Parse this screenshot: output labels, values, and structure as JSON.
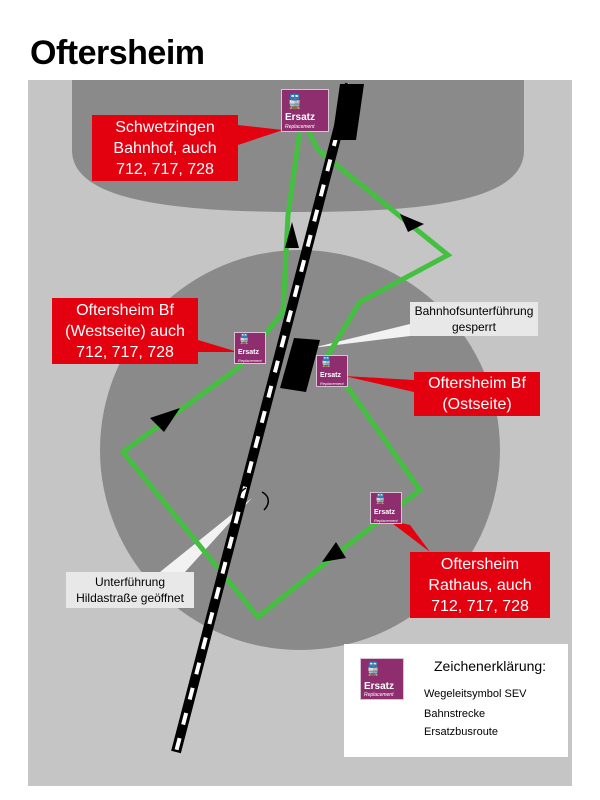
{
  "title": "Oftersheim",
  "colors": {
    "bus_route": "#44c040",
    "callout_red": "#e3000f",
    "sev_purple": "#8e2e6e",
    "background_gray": "#c5c5c5",
    "area_gray": "#8a8a8a"
  },
  "callouts": {
    "schwetzingen": [
      "Schwetzingen",
      "Bahnhof, auch",
      "712, 717, 728"
    ],
    "westseite": [
      "Oftersheim Bf",
      "(Westseite) auch",
      "712, 717, 728"
    ],
    "ostseite": [
      "Oftersheim Bf",
      "(Ostseite)"
    ],
    "rathaus": [
      "Oftersheim",
      "Rathaus, auch",
      "712, 717, 728"
    ]
  },
  "notes": {
    "bahnhofsunterfuehrung": [
      "Bahnhofsunterführung",
      "gesperrt"
    ],
    "hildastrasse": [
      "Unterführung",
      "Hildastraße geöffnet"
    ]
  },
  "sev_icon": {
    "name": "train-replacement-icon",
    "line1": "Ersatz",
    "line2": "Replacement"
  },
  "legend": {
    "title": "Zeichenerklärung:",
    "items": [
      {
        "label": "Wegeleitsymbol SEV",
        "icon": "sev-stop-icon"
      },
      {
        "label": "Bahnstrecke",
        "icon": "railway-line-icon"
      },
      {
        "label": "Ersatzbusroute",
        "icon": "bus-route-icon"
      }
    ]
  }
}
